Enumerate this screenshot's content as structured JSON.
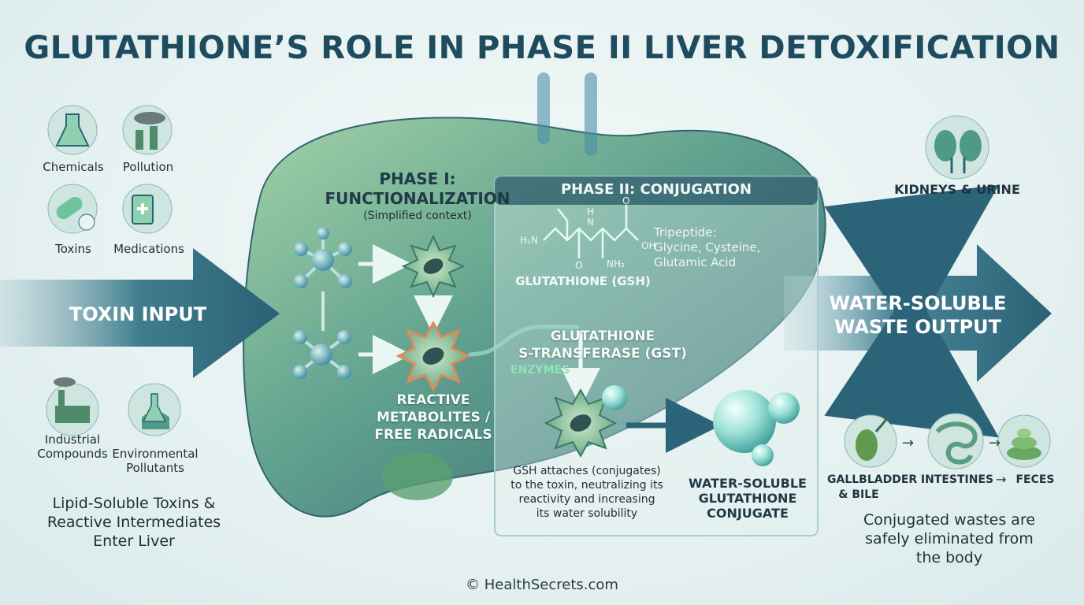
{
  "title": "GLUTATHIONE’S ROLE IN PHASE II LIVER DETOXIFICATION",
  "toxin_sources": {
    "chemicals": "Chemicals",
    "pollution": "Pollution",
    "toxins": "Toxins",
    "medications": "Medications",
    "industrial_line1": "Industrial",
    "industrial_line2": "Compounds",
    "environmental_line1": "Environmental",
    "environmental_line2": "Pollutants"
  },
  "toxin_input": "TOXIN INPUT",
  "left_caption": [
    "Lipid-Soluble Toxins &",
    "Reactive Intermediates",
    "Enter Liver"
  ],
  "phase1": {
    "title_line1": "PHASE I:",
    "title_line2": "FUNCTIONALIZATION",
    "subtitle": "(Simplified context)",
    "reactive_line1": "REACTIVE",
    "reactive_line2": "METABOLITES /",
    "reactive_line3": "FREE RADICALS"
  },
  "phase2": {
    "title": "PHASE II: CONJUGATION",
    "tripeptide_line1": "Tripeptide:",
    "tripeptide_line2": "Glycine, Cysteine,",
    "tripeptide_line3": "Glutamic Acid",
    "gsh_label": "GLUTATHIONE (GSH)",
    "gst_line1": "GLUTATHIONE",
    "gst_line2": "S-TRANSFERASE (GST)",
    "enzymes": "ENZYMES",
    "mechanism": [
      "GSH attaches (conjugates)",
      "to the toxin, neutralizing its",
      "reactivity and increasing",
      "its water solubility"
    ],
    "conjugate_line1": "WATER-SOLUBLE",
    "conjugate_line2": "GLUTATHIONE",
    "conjugate_line3": "CONJUGATE",
    "molecule_labels": {
      "h2n": "H₂N",
      "n": "N",
      "h": "H",
      "o1": "O",
      "o2": "O",
      "oh": "OH",
      "nh2": "NH₂"
    }
  },
  "output": {
    "arrow_line1": "WATER-SOLUBLE",
    "arrow_line2": "WASTE OUTPUT",
    "kidneys": "KIDNEYS & URINE",
    "gallbladder_line1": "GALLBLADDER",
    "gallbladder_line2": "& BILE",
    "intestines": "INTESTINES",
    "feces": "FECES",
    "arrow_glyph": "→",
    "caption": [
      "Conjugated wastes are",
      "safely eliminated from",
      "the body"
    ]
  },
  "footer": "© HealthSecrets.com",
  "colors": {
    "title": "#1e4b5e",
    "liver_light": "#8fc49a",
    "liver_dark": "#2f6a73",
    "arrow": "#2b6478",
    "accent_green": "#6fc7a3"
  }
}
